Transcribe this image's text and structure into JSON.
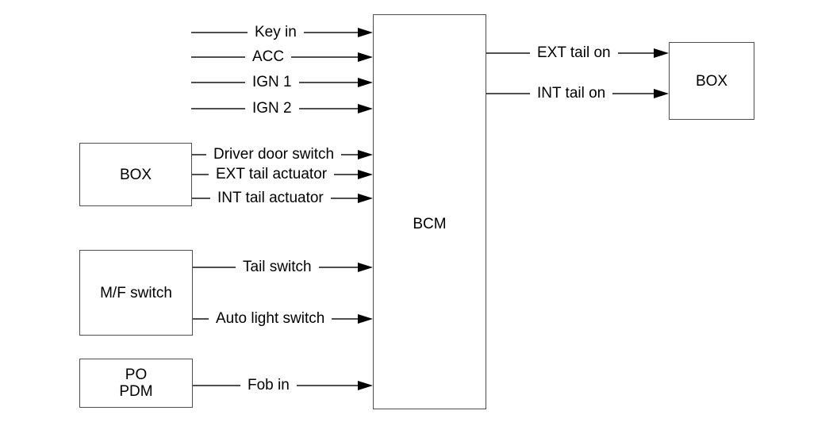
{
  "colors": {
    "background": "#ffffff",
    "wire": "#4f4f4f",
    "box_border": "#4f4f4f",
    "box_fill": "#ffffff",
    "arrowhead": "#000000",
    "text": "#000000"
  },
  "nodes": {
    "bcm": {
      "label": "BCM"
    },
    "left_box": {
      "label": "BOX"
    },
    "mf_switch": {
      "label": "M/F switch"
    },
    "po_pdm": {
      "line1": "PO",
      "line2": "PDM"
    },
    "right_box": {
      "label": "BOX"
    }
  },
  "signals": {
    "key_in": "Key in",
    "acc": "ACC",
    "ign_1": "IGN 1",
    "ign_2": "IGN 2",
    "driver_door_switch": "Driver door switch",
    "ext_tail_actuator": "EXT tail actuator",
    "int_tail_actuator": "INT tail actuator",
    "tail_switch": "Tail switch",
    "auto_light_switch": "Auto light switch",
    "fob_in": "Fob in",
    "ext_tail_on": "EXT tail on",
    "int_tail_on": "INT tail on"
  },
  "connections": [
    {
      "from": "",
      "signal": "Key in",
      "to": "BCM"
    },
    {
      "from": "",
      "signal": "ACC",
      "to": "BCM"
    },
    {
      "from": "",
      "signal": "IGN 1",
      "to": "BCM"
    },
    {
      "from": "",
      "signal": "IGN 2",
      "to": "BCM"
    },
    {
      "from": "BOX",
      "signal": "Driver door switch",
      "to": "BCM"
    },
    {
      "from": "BOX",
      "signal": "EXT tail actuator",
      "to": "BCM"
    },
    {
      "from": "BOX",
      "signal": "INT tail actuator",
      "to": "BCM"
    },
    {
      "from": "M/F switch",
      "signal": "Tail switch",
      "to": "BCM"
    },
    {
      "from": "M/F switch",
      "signal": "Auto light switch",
      "to": "BCM"
    },
    {
      "from": "PO PDM",
      "signal": "Fob in",
      "to": "BCM"
    },
    {
      "from": "BCM",
      "signal": "EXT tail on",
      "to": "BOX"
    },
    {
      "from": "BCM",
      "signal": "INT tail on",
      "to": "BOX"
    }
  ]
}
